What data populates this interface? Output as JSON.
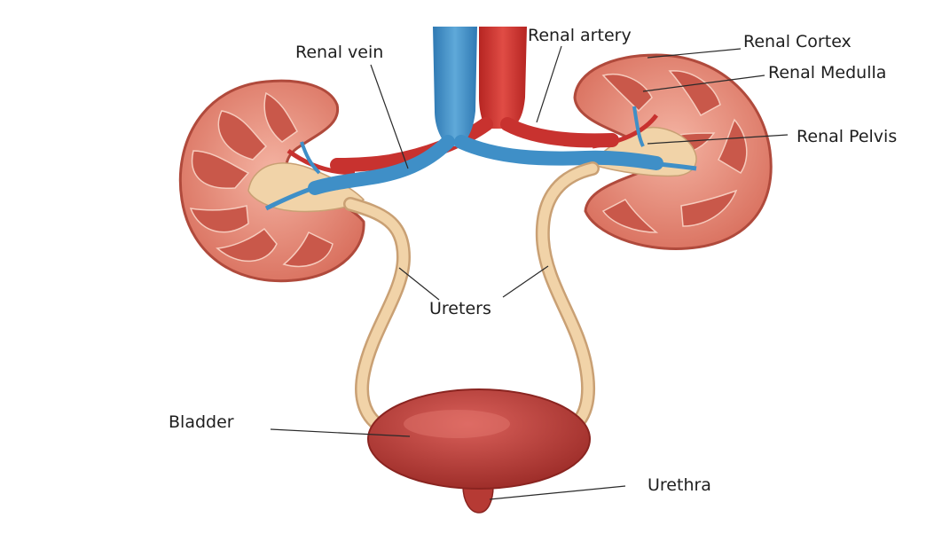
{
  "labels": {
    "renal_vein": "Renal vein",
    "renal_artery": "Renal artery",
    "renal_cortex": "Renal Cortex",
    "renal_medulla": "Renal Medulla",
    "renal_pelvis": "Renal Pelvis",
    "ureters": "Ureters",
    "bladder": "Bladder",
    "urethra": "Urethra"
  },
  "colors": {
    "vein": "#3f8fc7",
    "artery": "#c8322f",
    "cortex": "#e9907c",
    "medulla": "#cf5a4d",
    "pelvis": "#f1d3a8",
    "ureter": "#e7c08f",
    "bladder": "#b63a34"
  }
}
